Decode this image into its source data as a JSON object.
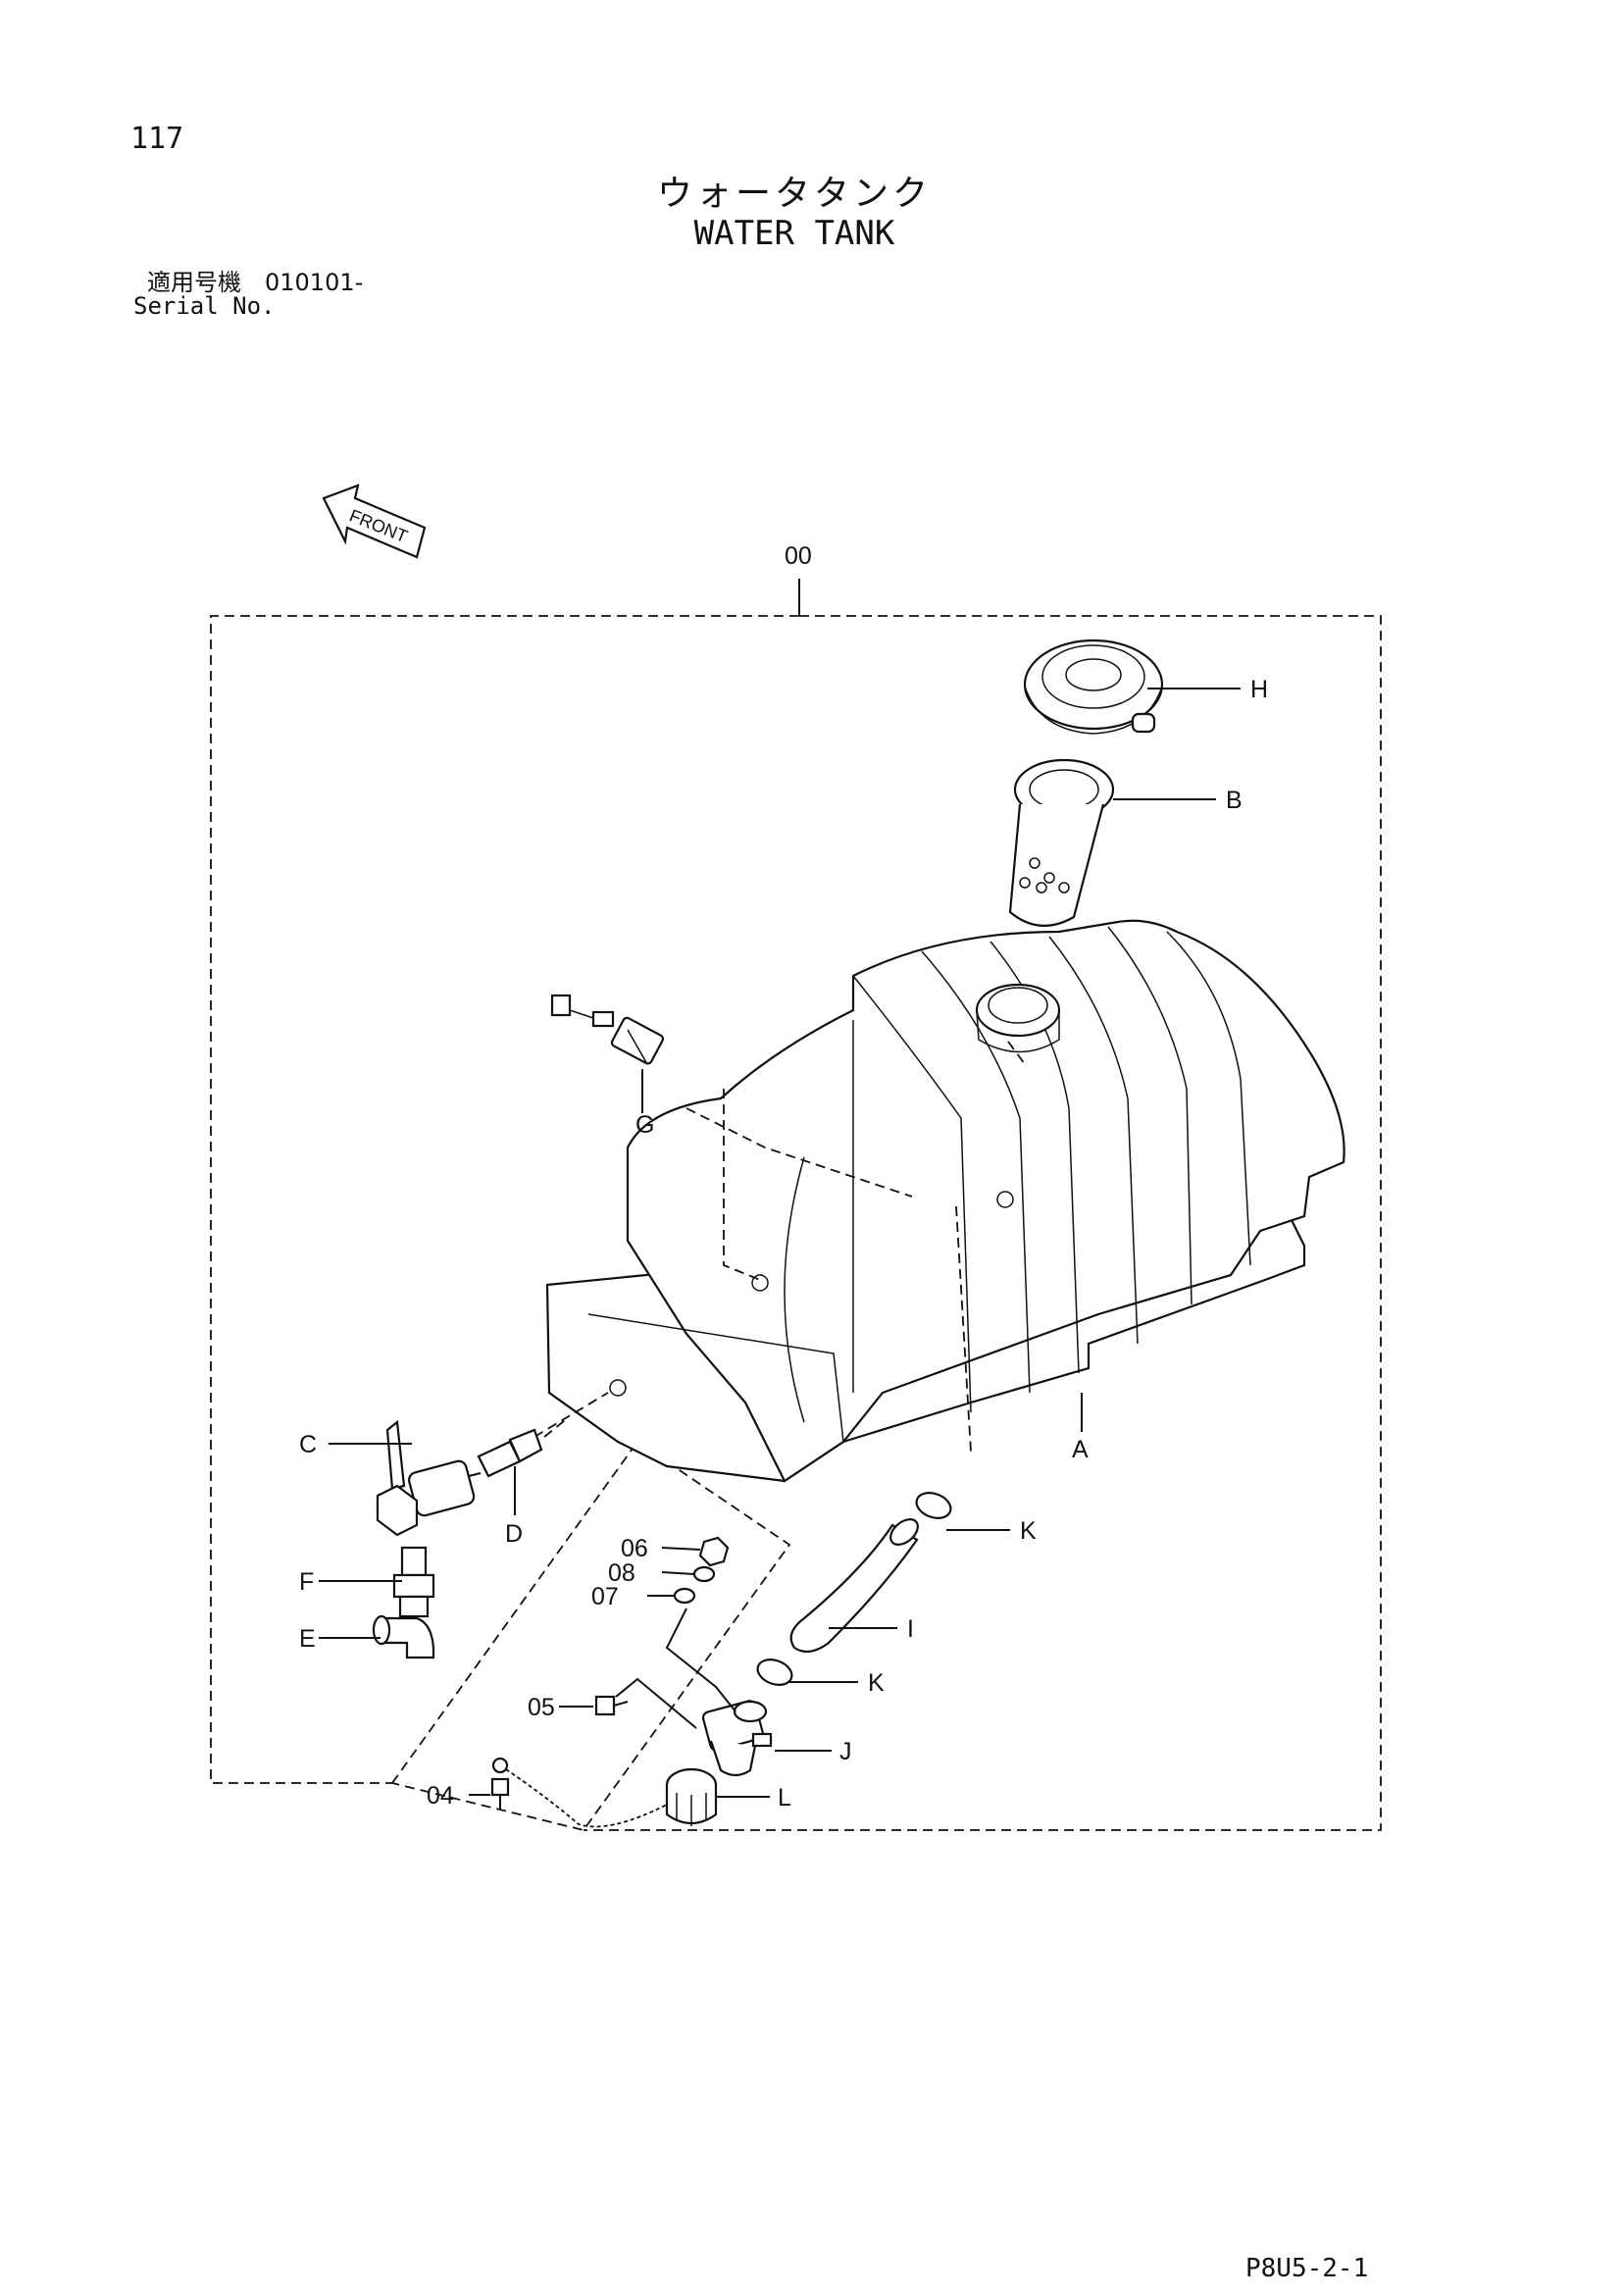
{
  "header": {
    "page_number": "117",
    "title_jp": "ウォータタンク",
    "title_en": "WATER TANK",
    "serial_jp": "適用号機　010101-",
    "serial_en": "Serial No."
  },
  "footer": {
    "drawing_code": "P8U5-2-1"
  },
  "direction_marker": "FRONT",
  "callouts": {
    "assembly": "00",
    "A": "A",
    "B": "B",
    "C": "C",
    "D": "D",
    "E": "E",
    "F": "F",
    "G": "G",
    "H": "H",
    "I": "I",
    "J": "J",
    "K_upper": "K",
    "K_lower": "K",
    "L": "L",
    "p04": "04",
    "p05": "05",
    "p06": "06",
    "p07": "07",
    "p08": "08"
  }
}
